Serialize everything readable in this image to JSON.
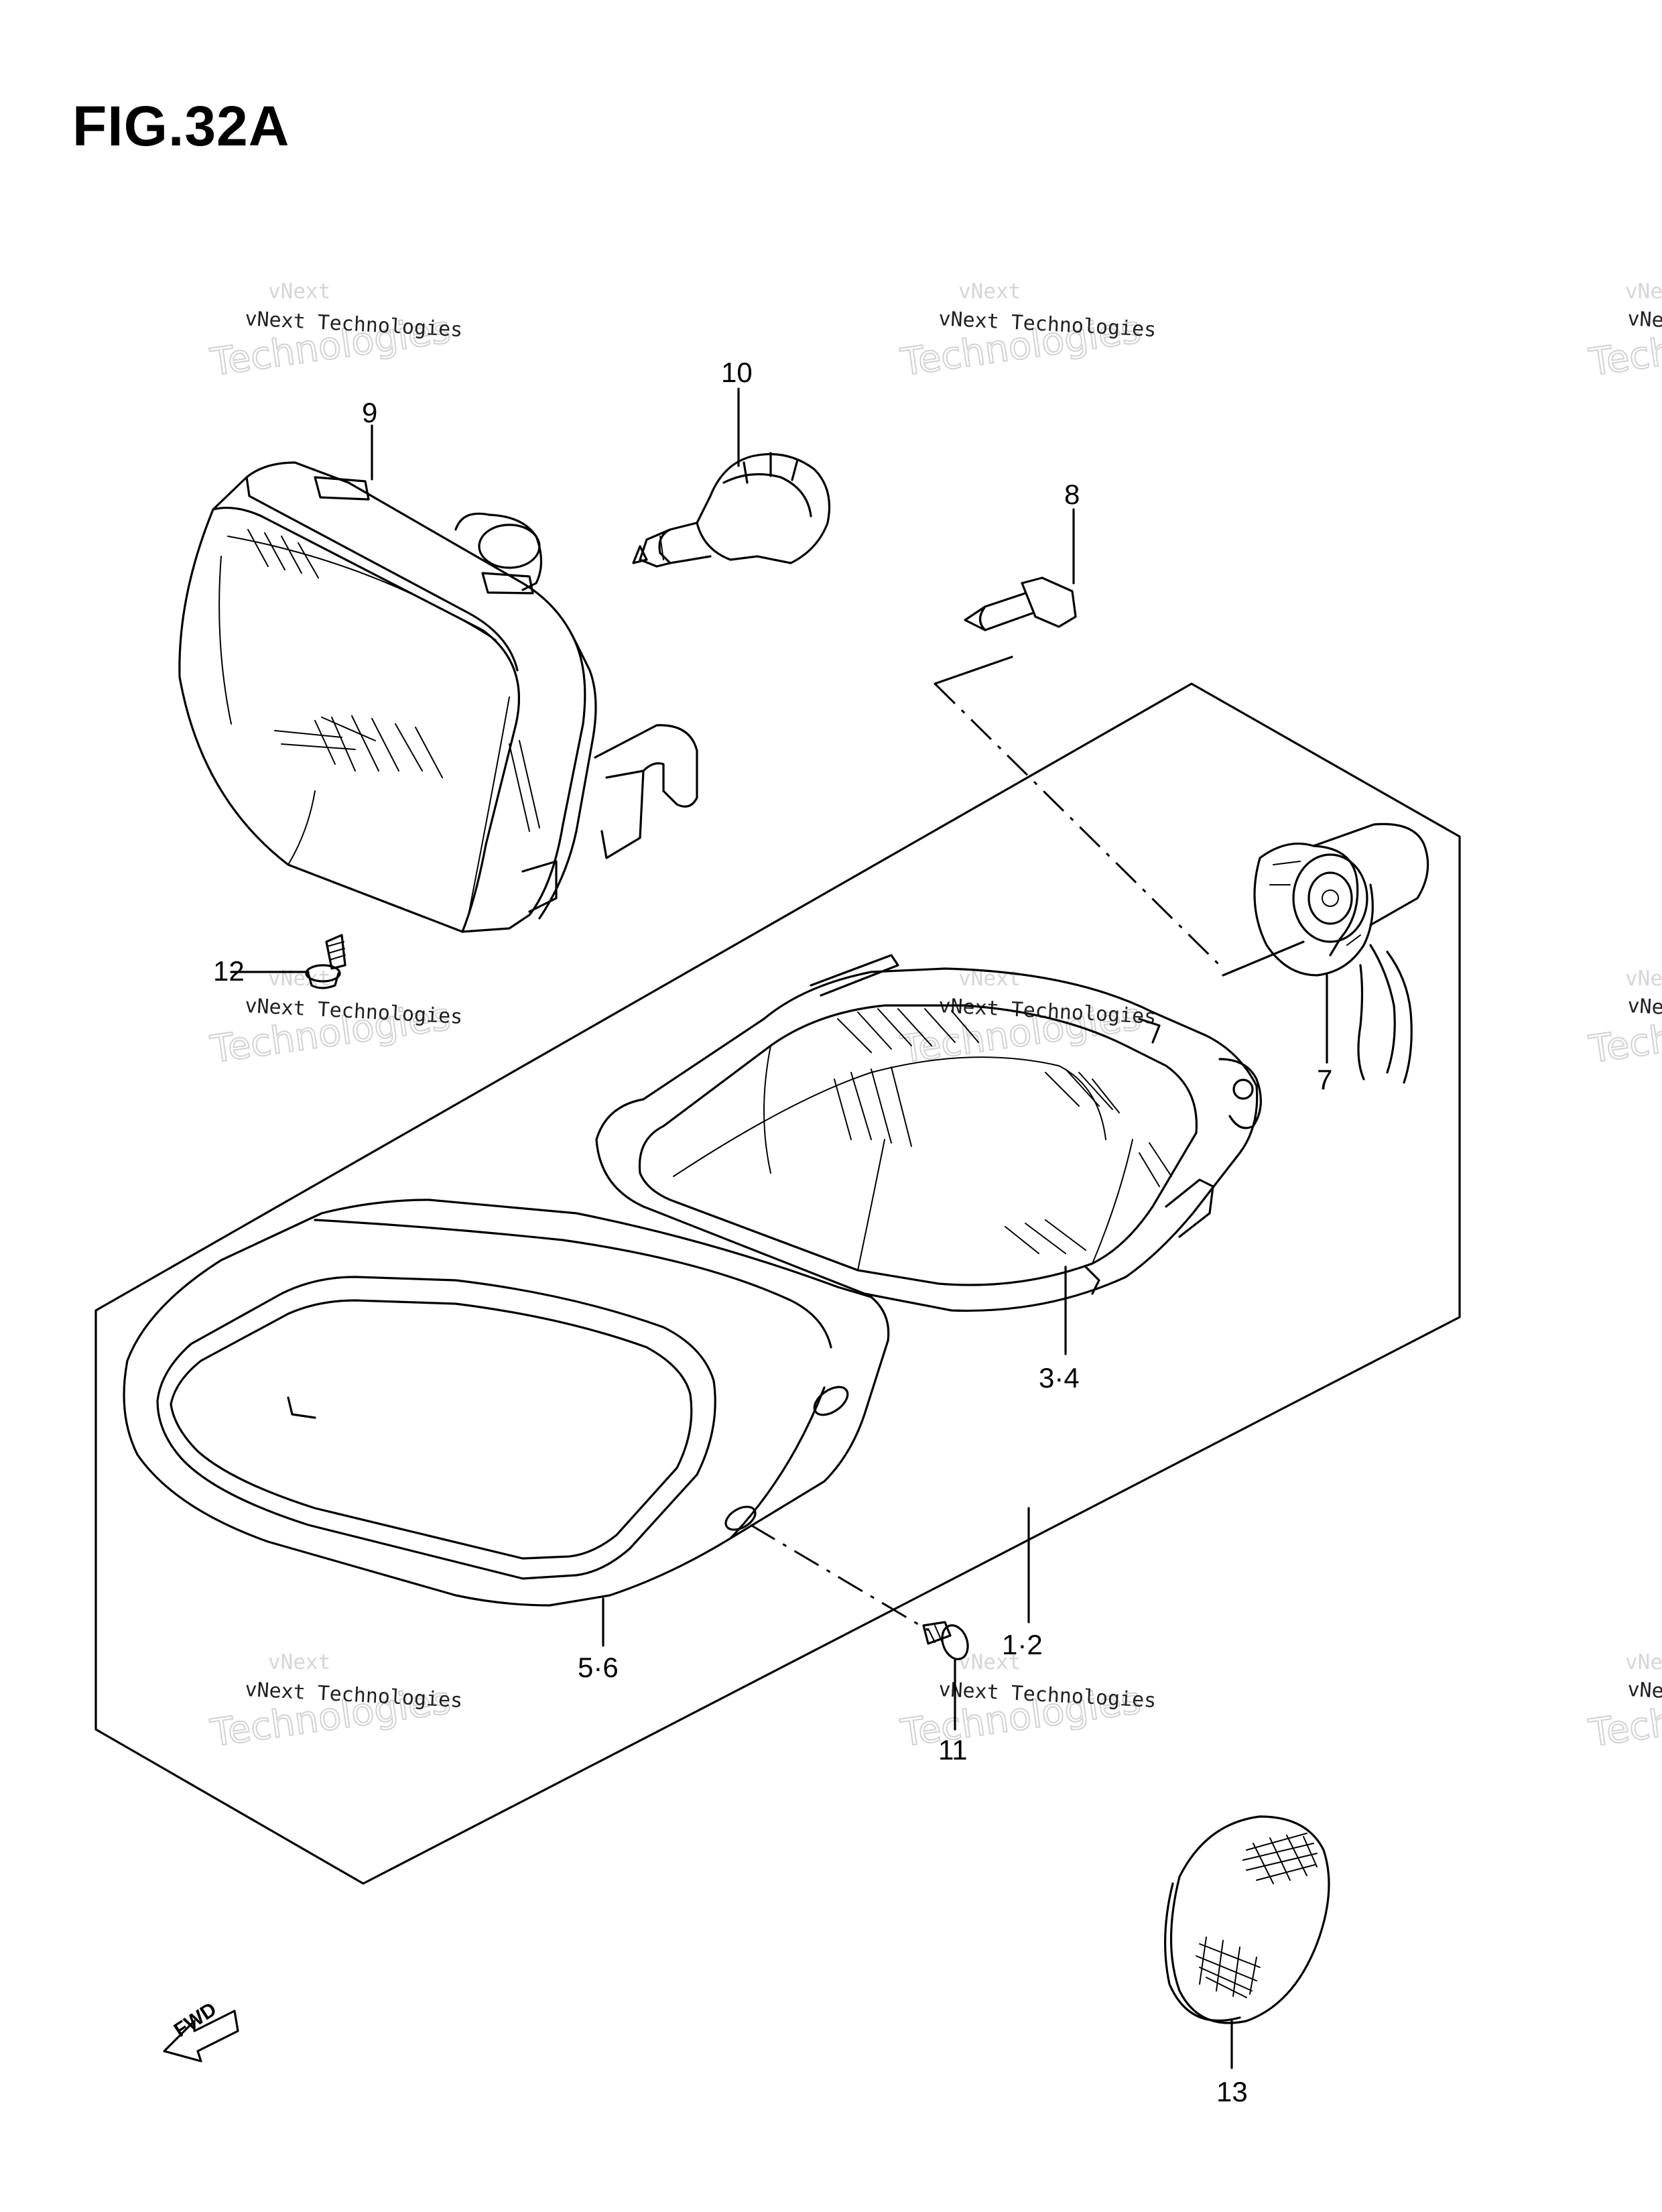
{
  "figure": {
    "title": "FIG.32A"
  },
  "callouts": [
    {
      "id": "9",
      "text": "9"
    },
    {
      "id": "10",
      "text": "10"
    },
    {
      "id": "8",
      "text": "8"
    },
    {
      "id": "12",
      "text": "12"
    },
    {
      "id": "7",
      "text": "7"
    },
    {
      "id": "3-4",
      "text": "3·4"
    },
    {
      "id": "1-2",
      "text": "1·2"
    },
    {
      "id": "5-6",
      "text": "5·6"
    },
    {
      "id": "11",
      "text": "11"
    },
    {
      "id": "13",
      "text": "13"
    }
  ],
  "watermark": {
    "line1": "vNext",
    "line2": "Technologies",
    "line3": "vNext Technologies"
  },
  "direction_marker": "FWD"
}
